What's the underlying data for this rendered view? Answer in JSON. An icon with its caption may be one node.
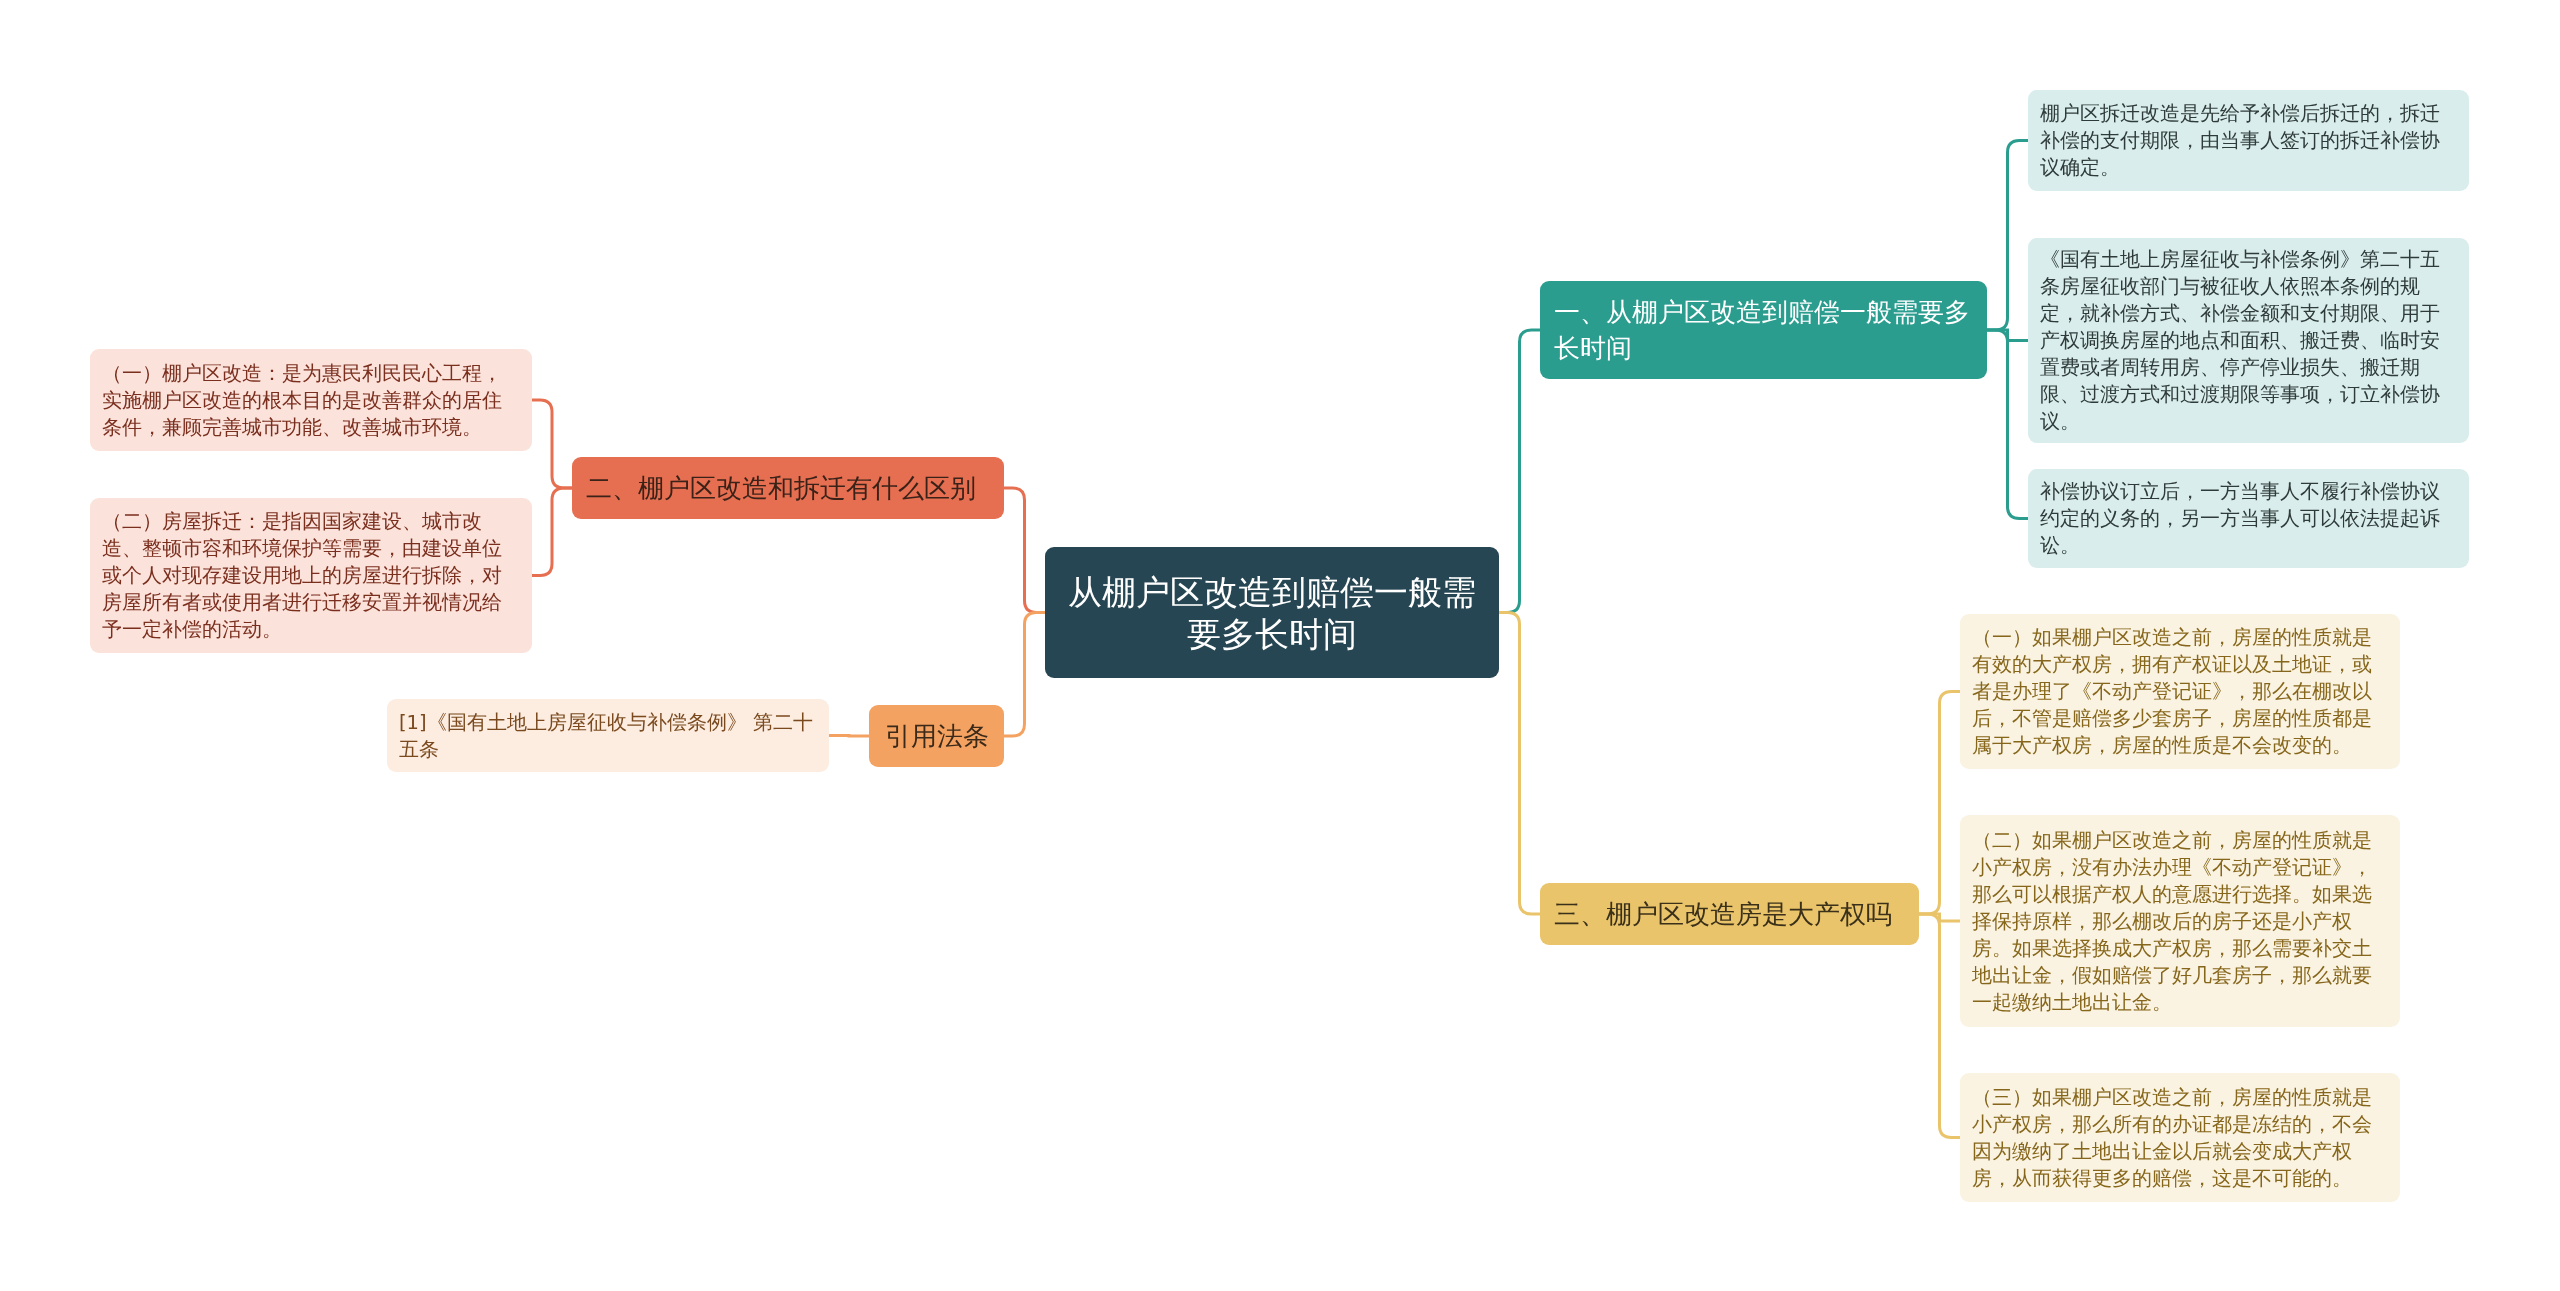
{
  "diagram": {
    "nodes": [
      {
        "text": [
          "从棚户区改造到赔偿一般需要多长时间"
        ]
      },
      {
        "text": [
          "一、从棚户区改造到赔偿一般需要多长时间"
        ]
      },
      {
        "text": [
          "棚户区拆迁改造是先给予补偿后拆迁的，拆迁补偿的支付期限，由当事人签订的拆迁补偿协议确定。"
        ]
      },
      {
        "text": [
          "《国有土地上房屋征收与补偿条例》第二十五条房屋征收部门与被征收人依照本条例的规定，就补偿方式、补偿金额和支付期限、用于产权调换房屋的地点和面积、搬迁费、临时安置费或者周转用房、停产停业损失、搬迁期限、过渡方式和过渡期限等事项，订立补偿协议。"
        ]
      },
      {
        "text": [
          "补偿协议订立后，一方当事人不履行补偿协议约定的义务的，另一方当事人可以依法提起诉讼。"
        ]
      },
      {
        "text": [
          "二、棚户区改造和拆迁有什么区别"
        ]
      },
      {
        "text": [
          "（一）棚户区改造：是为惠民利民民心工程，实施棚户区改造的根本目的是改善群众的居住条件，兼顾完善城市功能、改善城市环境。"
        ]
      },
      {
        "text": [
          "（二）房屋拆迁：是指因国家建设、城市改造、整顿市容和环境保护等需要，由建设单位或个人对现存建设用地上的房屋进行拆除，对房屋所有者或使用者进行迁移安置并视情况给予一定补偿的活动。"
        ]
      },
      {
        "text": [
          "引用法条"
        ]
      },
      {
        "text": [
          "[1]《国有土地上房屋征收与补偿条例》 第二十五条"
        ]
      },
      {
        "text": [
          "三、棚户区改造房是大产权吗"
        ]
      },
      {
        "text": [
          "（一）如果棚户区改造之前，房屋的性质就是有效的大产权房，拥有产权证以及土地证，或者是办理了《不动产登记证》，那么在棚改以后，不管是赔偿多少套房子，房屋的性质都是属于大产权房，房屋的性质是不会改变的。"
        ]
      },
      {
        "text": [
          "（二）如果棚户区改造之前，房屋的性质就是小产权房，没有办法办理《不动产登记证》，那么可以根据产权人的意愿进行选择。如果选择保持原样，那么棚改后的房子还是小产权房。如果选择换成大产权房，那么需要补交土地出让金，假如赔偿了好几套房子，那么就要一起缴纳土地出让金。"
        ]
      },
      {
        "text": [
          "（三）如果棚户区改造之前，房屋的性质就是小产权房，那么所有的办证都是冻结的，不会因为缴纳了土地出让金以后就会变成大产权房，从而获得更多的赔偿，这是不可能的。"
        ]
      }
    ],
    "edges": [
      {
        "from": 0,
        "to": 1,
        "arrow": "none",
        "color": "#2a9d8f"
      },
      {
        "from": 1,
        "to": 2,
        "arrow": "none",
        "color": "#2a9d8f"
      },
      {
        "from": 1,
        "to": 3,
        "arrow": "none",
        "color": "#2a9d8f"
      },
      {
        "from": 1,
        "to": 4,
        "arrow": "none",
        "color": "#2a9d8f"
      },
      {
        "from": 0,
        "to": 5,
        "arrow": "none",
        "color": "#e76f51"
      },
      {
        "from": 5,
        "to": 6,
        "arrow": "none",
        "color": "#e76f51"
      },
      {
        "from": 5,
        "to": 7,
        "arrow": "none",
        "color": "#e76f51"
      },
      {
        "from": 0,
        "to": 8,
        "arrow": "none",
        "color": "#f4a261"
      },
      {
        "from": 8,
        "to": 9,
        "arrow": "none",
        "color": "#f4a261"
      },
      {
        "from": 0,
        "to": 10,
        "arrow": "none",
        "color": "#e9c46a"
      },
      {
        "from": 10,
        "to": 11,
        "arrow": "none",
        "color": "#e9c46a"
      },
      {
        "from": 10,
        "to": 12,
        "arrow": "none",
        "color": "#e9c46a"
      },
      {
        "from": 10,
        "to": 13,
        "arrow": "none",
        "color": "#e9c46a"
      }
    ]
  }
}
